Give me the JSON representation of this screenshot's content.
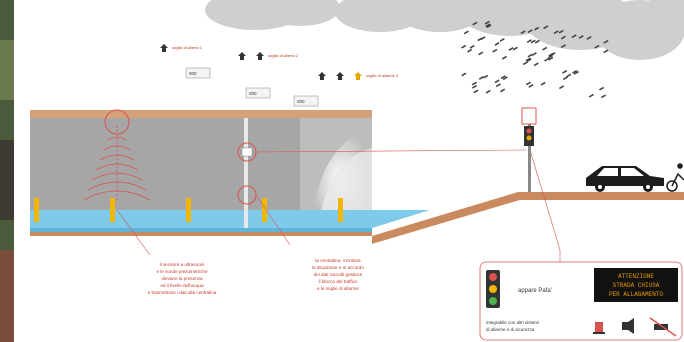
{
  "alerts": {
    "level1": "soglia di allerta 1",
    "level2": "soglia di allerta 2",
    "level3": "soglia di allarme 3"
  },
  "sensor_boxes": [
    "000",
    "000",
    "000"
  ],
  "annotations": {
    "left": [
      "il sensore a ultrasuoni",
      "e le sonde piezometriche",
      "rilevano la presenza",
      "ed il livello dell'acqua",
      "e trasmettono i dati alla centralina"
    ],
    "right": [
      "la centralina, monitora",
      "la situazione e in accordo",
      "dei dati raccolti gestisce",
      "il blocco del traffico",
      "e le soglie di allarme"
    ]
  },
  "legend": {
    "appare_label": "appare Pafa'",
    "vms_lines": [
      "ATTENZIONE",
      "STRADA CHIUSA",
      "PER ALLAGAMENTO"
    ],
    "footer_lines": [
      "integrabile con altri sistemi",
      "di allarme e di sicurezza"
    ]
  },
  "colors": {
    "tunnel_gray": "#a6a6a6",
    "water": "#7fc9ea",
    "road": "#c88a5e",
    "alert_red": "#d9534f",
    "posts": "#f2b705"
  }
}
